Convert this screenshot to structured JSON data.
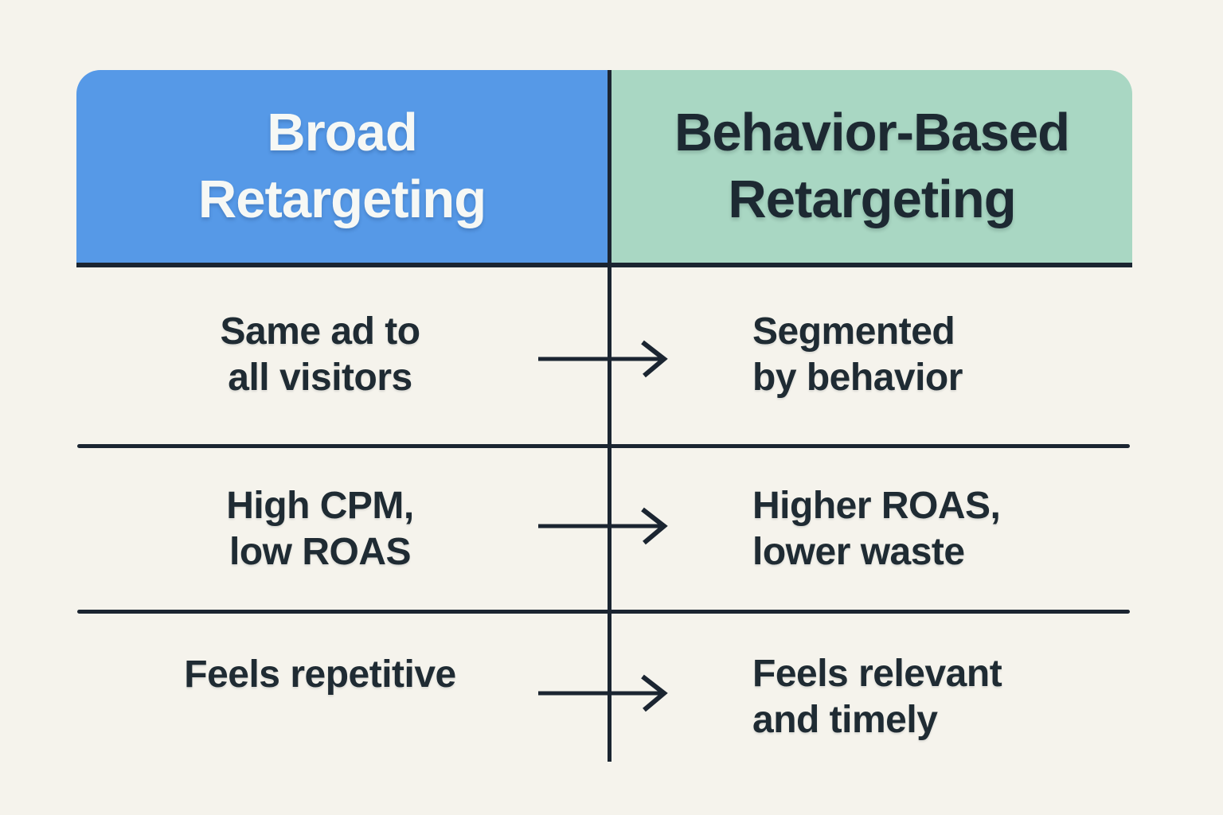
{
  "palette": {
    "bg": "#f5f3ec",
    "blue": "#5699e7",
    "green": "#a9d7c3",
    "line": "#1b2531",
    "text_dark": "#1f2b33",
    "text_light": "#f6f8f5"
  },
  "table": {
    "headers": {
      "left": "Broad\nRetargeting",
      "right": "Behavior-Based\nRetargeting"
    },
    "rows": [
      {
        "left": "Same ad to\nall visitors",
        "right": "Segmented\nby behavior"
      },
      {
        "left": "High CPM,\nlow ROAS",
        "right": "Higher ROAS,\nlower waste"
      },
      {
        "left": "Feels repetitive",
        "right": "Feels relevant\nand timely"
      }
    ],
    "arrow_icon": "right-arrow"
  }
}
